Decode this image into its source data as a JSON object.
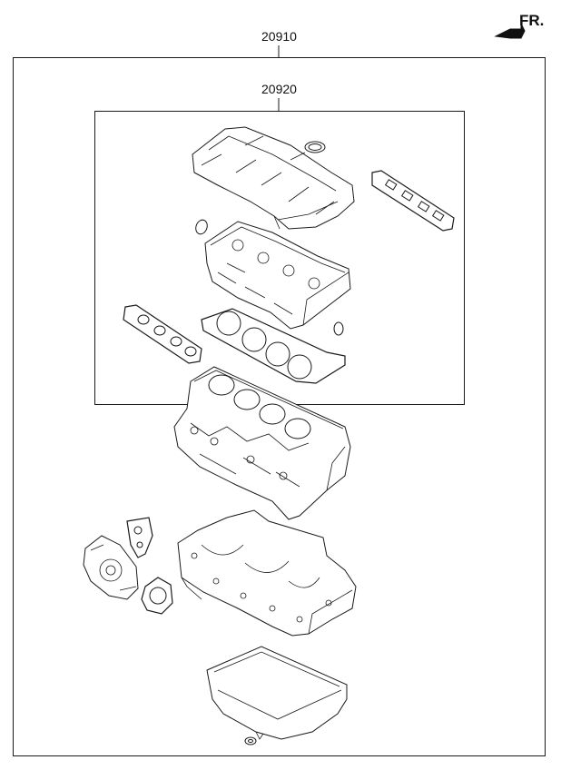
{
  "diagram": {
    "orientation_label": "FR.",
    "callouts": {
      "outer_kit": "20910",
      "inner_kit": "20920"
    },
    "parts": [
      "valve-cover",
      "oil-filler-seal",
      "exhaust-manifold-gasket",
      "small-o-ring",
      "cylinder-head",
      "plug-seal",
      "intake-manifold-gasket",
      "cylinder-head-gasket",
      "cylinder-block",
      "water-inlet-gasket",
      "water-pump",
      "water-pump-gasket",
      "lower-crankcase",
      "oil-pan",
      "drain-plug-washer"
    ]
  }
}
